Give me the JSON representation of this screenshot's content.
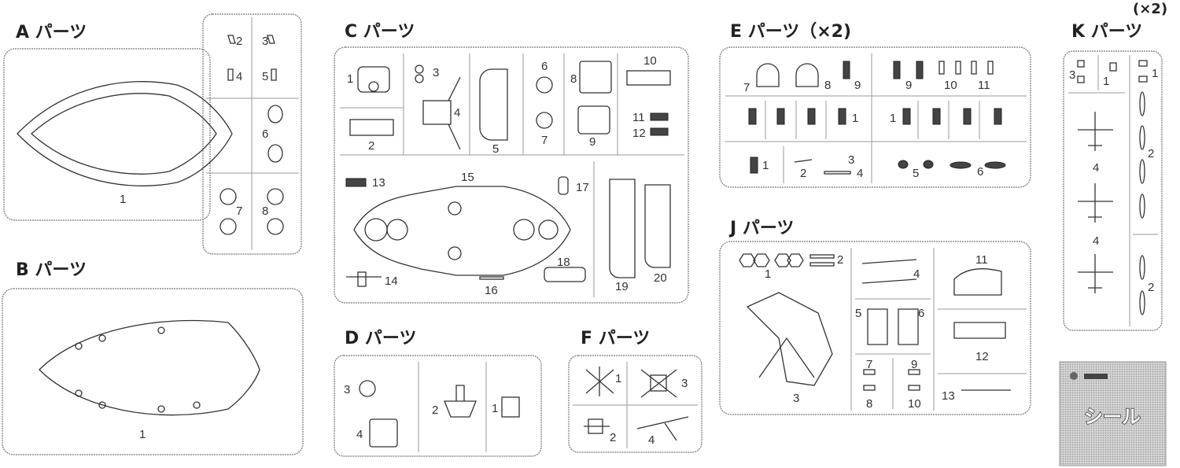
{
  "sprues": {
    "A": {
      "title": "A パーツ",
      "labels": [
        "1",
        "2",
        "3",
        "4",
        "5",
        "6",
        "7",
        "8"
      ]
    },
    "B": {
      "title": "B パーツ",
      "labels": [
        "1"
      ]
    },
    "C": {
      "title": "C パーツ",
      "labels": [
        "1",
        "2",
        "3",
        "4",
        "5",
        "6",
        "7",
        "8",
        "9",
        "10",
        "11",
        "12",
        "13",
        "14",
        "15",
        "16",
        "17",
        "18",
        "19",
        "20"
      ]
    },
    "D": {
      "title": "D パーツ",
      "labels": [
        "3",
        "4",
        "2",
        "1"
      ]
    },
    "E": {
      "title": "E パーツ（×2)",
      "labels": [
        "7",
        "8",
        "9",
        "9",
        "10",
        "11",
        "1",
        "1",
        "1",
        "2",
        "3",
        "4",
        "5",
        "6"
      ]
    },
    "F": {
      "title": "F パーツ",
      "labels": [
        "1",
        "2",
        "3",
        "4"
      ]
    },
    "J": {
      "title": "J パーツ",
      "labels": [
        "1",
        "2",
        "3",
        "4",
        "5",
        "6",
        "7",
        "8",
        "9",
        "10",
        "11",
        "12",
        "13"
      ]
    },
    "K": {
      "title": "K パーツ",
      "multiplier": "(×2)",
      "labels": [
        "3",
        "1",
        "1",
        "4",
        "4",
        "2",
        "2"
      ]
    }
  },
  "seal": {
    "label": "シール"
  }
}
